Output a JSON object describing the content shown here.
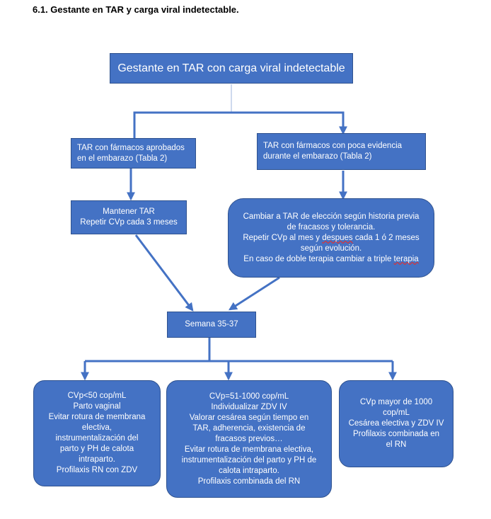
{
  "heading": "6.1. Gestante en TAR y carga viral indetectable.",
  "colors": {
    "box_fill": "#4472c4",
    "box_border": "#2f528f",
    "arrow": "#4472c4"
  },
  "nodes": {
    "root": "Gestante en TAR con carga viral indetectable",
    "left_branch": [
      "TAR con fármacos aprobados",
      "en el embarazo (Tabla 2)"
    ],
    "right_branch": [
      "TAR con fármacos con poca evidencia",
      "durante el embarazo (Tabla 2)"
    ],
    "maintain": [
      "Mantener TAR",
      "Repetir CVp cada 3 meses"
    ],
    "change": [
      "Cambiar a TAR de elección según historia previa",
      "de fracasos y tolerancia.",
      "Repetir CVp al mes y ",
      "despues",
      " cada 1 ó 2 meses",
      "según evolución.",
      "En caso de doble terapia cambiar a triple ",
      "terapia"
    ],
    "week": "Semana 35-37",
    "outcome_low": [
      "CVp<50 cop/mL",
      "Parto vaginal",
      "Evitar rotura de membrana",
      "electiva,",
      "instrumentalización del",
      "parto y PH de calota",
      "intraparto.",
      "Profilaxis RN con ZDV"
    ],
    "outcome_mid": [
      "CVp=51-1000 cop/mL",
      "Individualizar ZDV IV",
      "Valorar cesárea según tiempo en",
      "TAR, adherencia, existencia de",
      "fracasos previos…",
      "Evitar rotura de membrana electiva,",
      "instrumentalización del parto y PH de",
      "calota intraparto.",
      "Profilaxis combinada del RN"
    ],
    "outcome_high": [
      "CVp mayor de 1000",
      "cop/mL",
      "Cesárea electiva y ZDV IV",
      "Profilaxis combinada en",
      "el RN"
    ]
  }
}
